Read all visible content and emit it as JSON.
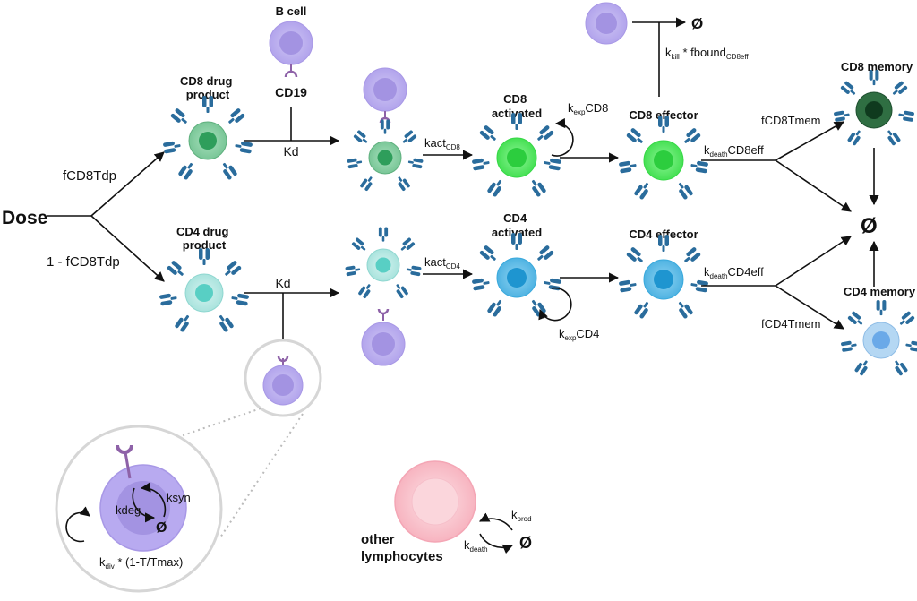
{
  "labels": {
    "dose": "Dose",
    "f_cd8_tdp": "fCD8Tdp",
    "one_minus_f_cd8_tdp": "1 - fCD8Tdp",
    "b_cell": "B cell",
    "cd19": "CD19",
    "cd8_drug_product": [
      "CD8 drug",
      "product"
    ],
    "cd4_drug_product": [
      "CD4 drug",
      "product"
    ],
    "kd_top": "Kd",
    "kd_bottom": "Kd",
    "kact_cd8": {
      "base": "kact",
      "sub": "CD8"
    },
    "kact_cd4": {
      "base": "kact",
      "sub": "CD4"
    },
    "cd8_activated": [
      "CD8",
      "activated"
    ],
    "cd4_activated": [
      "CD4",
      "activated"
    ],
    "kexp_cd8": {
      "base": "k",
      "sub": "exp",
      "suffix": "CD8"
    },
    "kexp_cd4": {
      "base": "k",
      "sub": "exp",
      "suffix": "CD4"
    },
    "cd8_effector": "CD8 effector",
    "cd4_effector": "CD4 effector",
    "kkill": {
      "base": "k",
      "sub": "kill",
      "middle": " * fbound",
      "sub2": "CD8eff"
    },
    "kdeath_cd8eff": {
      "base": "k",
      "sub": "death",
      "suffix": "CD8eff"
    },
    "kdeath_cd4eff": {
      "base": "k",
      "sub": "death",
      "suffix": "CD4eff"
    },
    "f_cd8_tmem": "fCD8Tmem",
    "f_cd4_tmem": "fCD4Tmem",
    "cd8_memory": "CD8 memory",
    "cd4_memory": "CD4 memory",
    "empty_set": "Ø",
    "ksyn": "ksyn",
    "kdeg": "kdeg",
    "kdiv": {
      "base": "k",
      "sub": "div",
      "suffix": " * (1-T/Tmax)"
    },
    "other_lymphocytes": [
      "other",
      "lymphocytes"
    ],
    "kprod": {
      "base": "k",
      "sub": "prod"
    },
    "kdeath_lymph": {
      "base": "k",
      "sub": "death"
    }
  },
  "colors": {
    "b_cell_outer": "#bfb4ef",
    "b_cell_inner": "#a393e2",
    "receptor_purple": "#8e62a8",
    "cd8_dp_outer": "#8ad0a4",
    "cd8_dp_inner": "#2e9e5b",
    "cd8_act_outer": "#6ef07a",
    "cd8_act_inner": "#2ccd3e",
    "cd8_mem_outer": "#2f6e42",
    "cd8_mem_inner": "#0f3a1e",
    "cd4_dp_outer": "#bdeae6",
    "cd4_dp_inner": "#58cfc4",
    "cd4_act_outer": "#6fc4ea",
    "cd4_act_inner": "#1e95d0",
    "cd4_mem_outer": "#b4d7f3",
    "cd4_mem_inner": "#6aa9e8",
    "car_blue": "#2a6c9c",
    "lymph_outer": "#f9c3cc",
    "lymph_inner": "#fbd6dc",
    "zoom_ring": "#d6d6d6"
  }
}
